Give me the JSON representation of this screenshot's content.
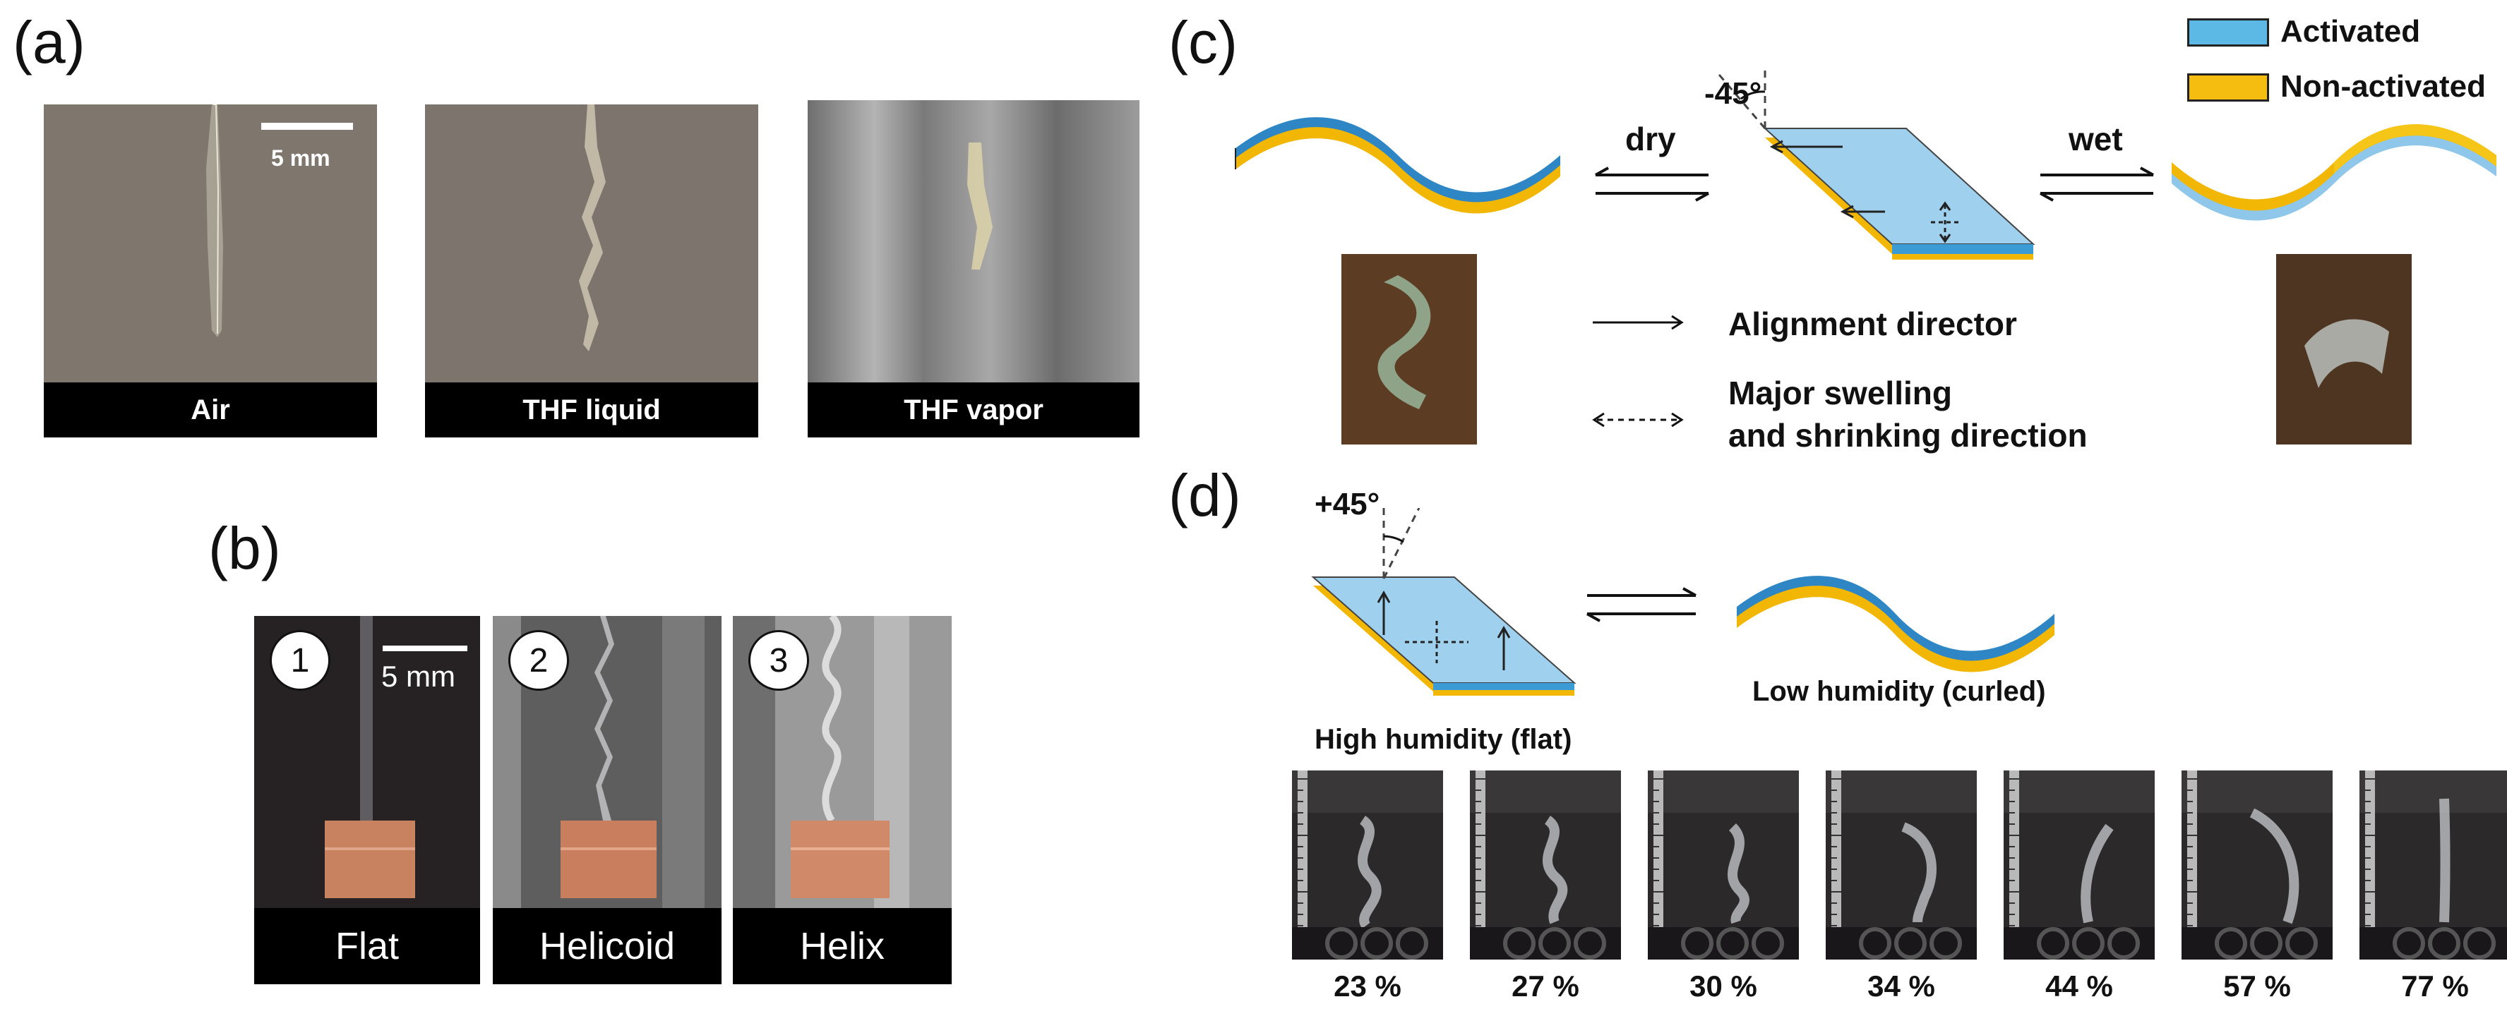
{
  "panels": {
    "a": {
      "label": "(a)",
      "scale_bar": "5 mm",
      "photos": [
        {
          "caption": "Air"
        },
        {
          "caption": "THF liquid"
        },
        {
          "caption": "THF vapor"
        }
      ]
    },
    "b": {
      "label": "(b)",
      "scale_bar": "5 mm",
      "photos": [
        {
          "number": "1",
          "caption": "Flat"
        },
        {
          "number": "2",
          "caption": "Helicoid"
        },
        {
          "number": "3",
          "caption": "Helix"
        }
      ]
    },
    "c": {
      "label": "(c)",
      "legend": [
        {
          "label": "Activated",
          "color": "#5bb8e6"
        },
        {
          "label": "Non-activated",
          "color": "#f5b800"
        }
      ],
      "angle_label": "-45°",
      "arrow_left_label": "dry",
      "arrow_right_label": "wet",
      "key_alignment": "Alignment director",
      "key_swelling_line1": "Major swelling",
      "key_swelling_line2": "and shrinking direction"
    },
    "d": {
      "label": "(d)",
      "angle_label": "+45°",
      "high_humidity": "High humidity (flat)",
      "low_humidity": "Low humidity (curled)",
      "humidity_series": [
        "23 %",
        "27 %",
        "30 %",
        "34 %",
        "44 %",
        "57 %",
        "77 %"
      ]
    }
  },
  "colors": {
    "activated": "#3a9bd5",
    "non_activated": "#f2b705",
    "photo_bg_a": "#7d746c",
    "photo_bg_dark": "#2a2628",
    "copper": "#c9805f"
  }
}
